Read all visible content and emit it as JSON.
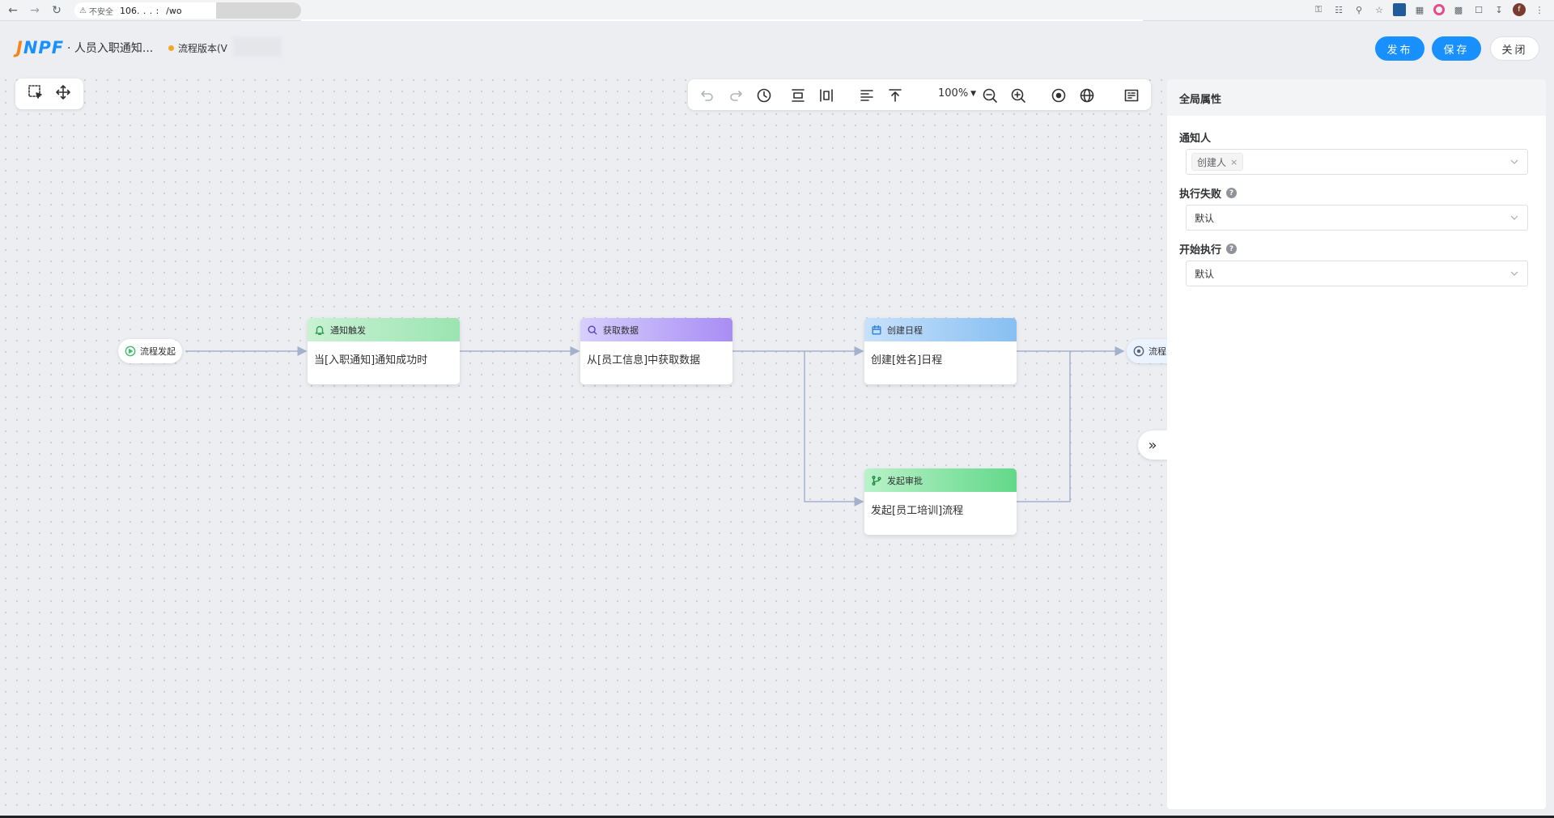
{
  "browser": {
    "insecure_label": "不安全",
    "url": "106.  .  .  :    /wo"
  },
  "header": {
    "logo_a": "J",
    "logo_b": "NPF",
    "app_title": "· 人员入职通知...",
    "version_label": "流程版本(V",
    "publish": "发布",
    "save": "保存",
    "close": "关闭",
    "accent": "#1890ff"
  },
  "toolbar": {
    "zoom": "100%"
  },
  "flow": {
    "start_label": "流程发起",
    "end_label": "流程",
    "nodes": [
      {
        "title": "通知触发",
        "body": "当[入职通知]通知成功时",
        "icon": "bell-icon"
      },
      {
        "title": "获取数据",
        "body": "从[员工信息]中获取数据",
        "icon": "search-icon"
      },
      {
        "title": "创建日程",
        "body": "创建[姓名]日程",
        "icon": "calendar-icon"
      },
      {
        "title": "发起审批",
        "body": "发起[员工培训]流程",
        "icon": "branch-icon"
      }
    ]
  },
  "panel": {
    "title": "全局属性",
    "notifier_label": "通知人",
    "notifier_tag": "创建人",
    "fail_label": "执行失败",
    "fail_value": "默认",
    "start_label": "开始执行",
    "start_value": "默认"
  }
}
